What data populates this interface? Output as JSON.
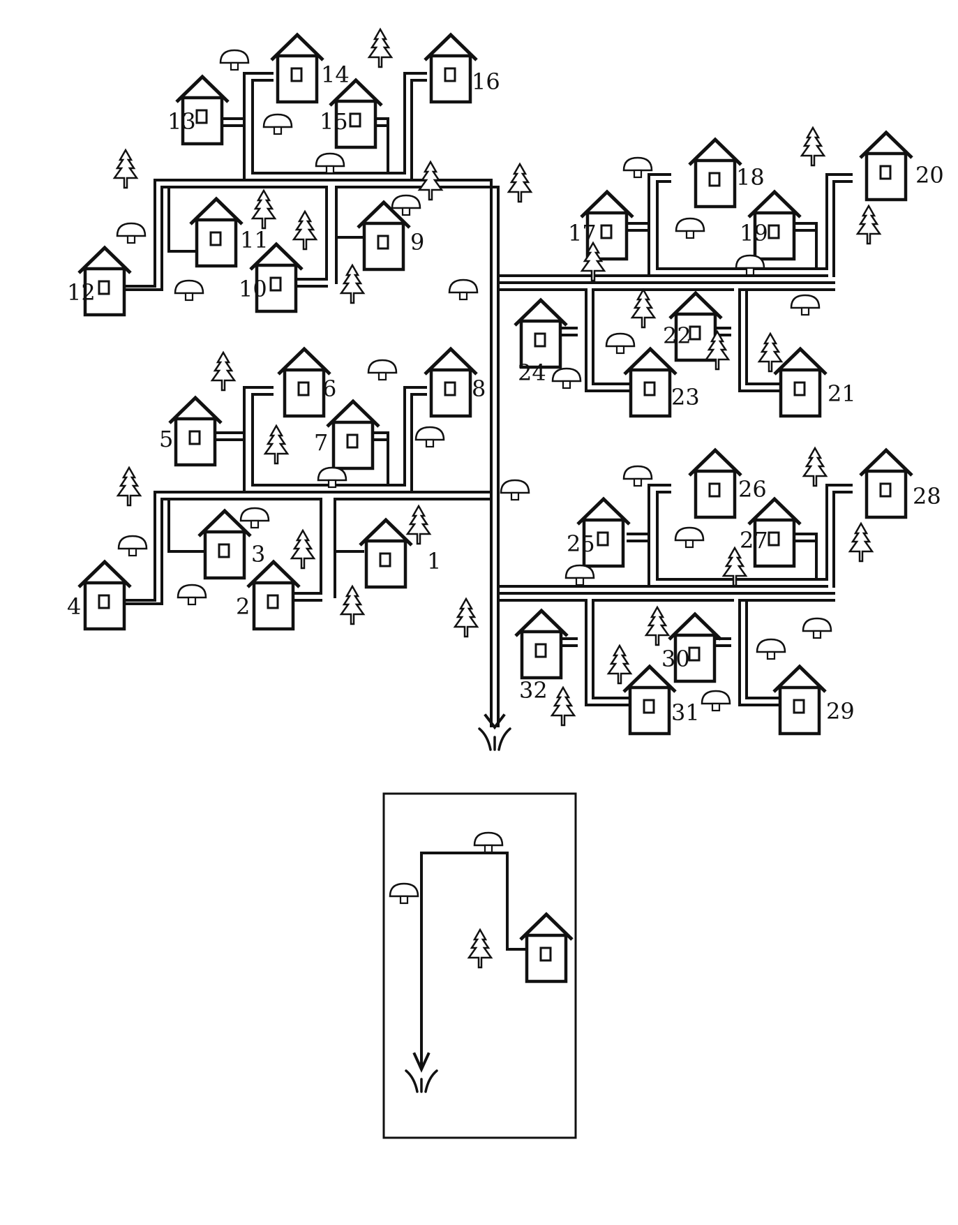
{
  "house_numbers": [
    "1",
    "2",
    "3",
    "4",
    "5",
    "6",
    "7",
    "8",
    "9",
    "10",
    "11",
    "12",
    "13",
    "14",
    "15",
    "16",
    "17",
    "18",
    "19",
    "20",
    "21",
    "22",
    "23",
    "24",
    "25",
    "26",
    "27",
    "28",
    "29",
    "30",
    "31",
    "32"
  ],
  "icons": {
    "house": "house-icon",
    "tree": "tree-icon",
    "mushroom": "mushroom-icon",
    "grass": "grass-icon",
    "arrow": "arrow-down-icon"
  }
}
